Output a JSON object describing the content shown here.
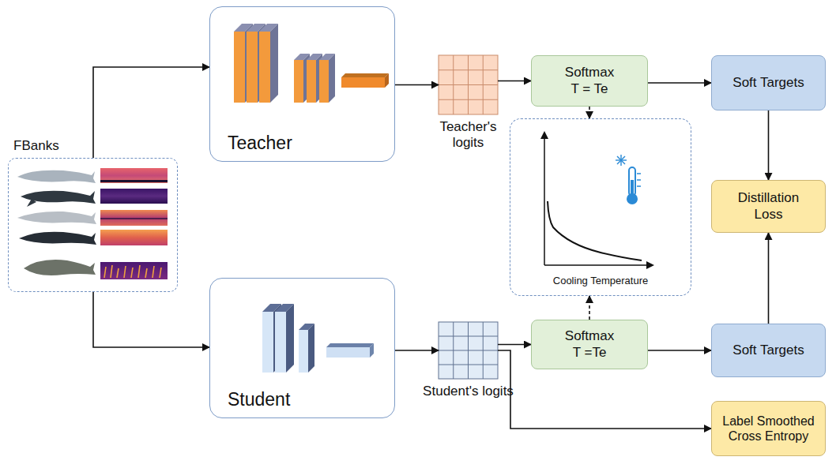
{
  "diagram": {
    "nodes": [
      {
        "text": [
          "FBanks"
        ]
      },
      {
        "text": [
          "Teacher"
        ]
      },
      {
        "text": [
          "Teacher's logits"
        ]
      },
      {
        "text": [
          "Softmax",
          "T = Te"
        ]
      },
      {
        "text": [
          "Soft Targets"
        ]
      },
      {
        "text": [
          "Cooling Temperature"
        ]
      },
      {
        "text": [
          "Distillation Loss"
        ]
      },
      {
        "text": [
          "Student"
        ]
      },
      {
        "text": [
          "Student's logits"
        ]
      },
      {
        "text": [
          "Softmax",
          "T =Te"
        ]
      },
      {
        "text": [
          "Soft Targets"
        ]
      },
      {
        "text": [
          "Label Smoothed Cross Entropy"
        ]
      }
    ],
    "edges": [
      {
        "from": 0,
        "to": 1,
        "arrow": "to"
      },
      {
        "from": 0,
        "to": 7,
        "arrow": "to"
      },
      {
        "from": 1,
        "to": 2,
        "arrow": "to"
      },
      {
        "from": 2,
        "to": 3,
        "arrow": "to"
      },
      {
        "from": 3,
        "to": 4,
        "arrow": "to"
      },
      {
        "from": 4,
        "to": 6,
        "arrow": "to"
      },
      {
        "from": 3,
        "to": 5,
        "arrow": "to"
      },
      {
        "from": 7,
        "to": 8,
        "arrow": "to"
      },
      {
        "from": 8,
        "to": 9,
        "arrow": "to"
      },
      {
        "from": 9,
        "to": 10,
        "arrow": "to"
      },
      {
        "from": 10,
        "to": 6,
        "arrow": "to"
      },
      {
        "from": 9,
        "to": 5,
        "arrow": "to"
      },
      {
        "from": 8,
        "to": 11,
        "arrow": "to"
      }
    ]
  }
}
